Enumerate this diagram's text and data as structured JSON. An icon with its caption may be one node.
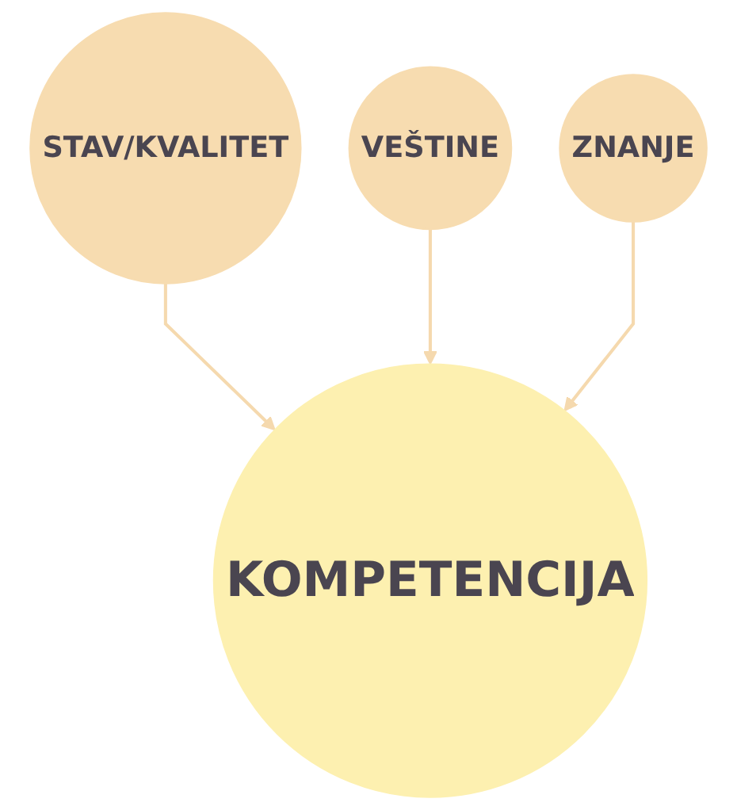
{
  "diagram": {
    "nodes": [
      {
        "text": [
          "STAV/KVALITET"
        ]
      },
      {
        "text": [
          "VEŠTINE"
        ]
      },
      {
        "text": [
          "ZNANJE"
        ]
      },
      {
        "text": [
          "KOMPETENCIJA"
        ]
      }
    ],
    "edges": [
      {
        "from": 0,
        "to": 3,
        "arrow": "to"
      },
      {
        "from": 1,
        "to": 3,
        "arrow": "to"
      },
      {
        "from": 2,
        "to": 3,
        "arrow": "to"
      }
    ]
  }
}
